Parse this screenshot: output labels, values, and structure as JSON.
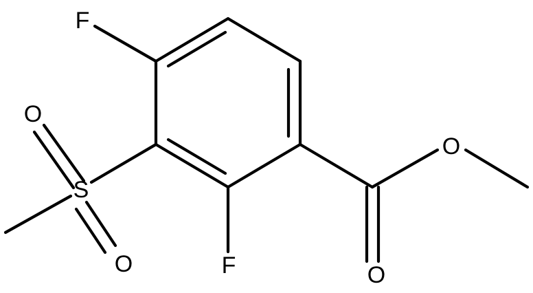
{
  "molecule": {
    "atoms": {
      "f_top": "F",
      "f_bottom": "F",
      "sulfonyl_o_top": "O",
      "sulfonyl_s": "S",
      "sulfonyl_o_bottom": "O",
      "ester_o_single": "O",
      "ester_o_double": "O"
    },
    "colors": {
      "bond": "#000000",
      "label": "#000000",
      "background": "#ffffff"
    }
  }
}
